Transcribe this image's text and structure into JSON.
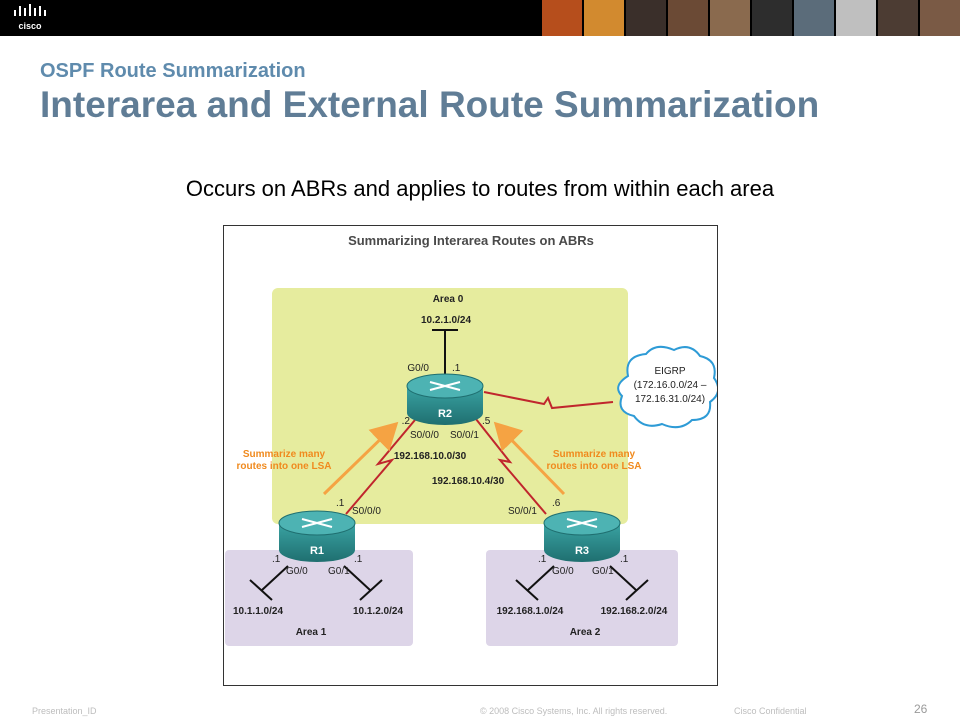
{
  "header": {
    "logo_text": "cisco",
    "photo_colors": [
      "#b64e1c",
      "#d28a2f",
      "#3a2f2a",
      "#6b4a35",
      "#8a6a4e",
      "#2d2d2d",
      "#5b6c7a",
      "#bfbfbf",
      "#4c3c33",
      "#7a5a45"
    ]
  },
  "slide": {
    "subtitle": "OSPF Route Summarization",
    "title": "Interarea and External Route Summarization",
    "bullet": "Occurs on ABRs and applies to routes from within each area"
  },
  "diagram": {
    "title": "Summarizing Interarea Routes on ABRs",
    "area0_label": "Area 0",
    "area1_label": "Area 1",
    "area2_label": "Area 2",
    "lan_r2": "10.2.1.0/24",
    "r2_label": "R2",
    "r1_label": "R1",
    "r3_label": "R3",
    "r2_g00": "G0/0",
    "r2_g00_ip": ".1",
    "r2_s000_ip": ".2",
    "r2_s001_ip": ".5",
    "r2_s000": "S0/0/0",
    "r2_s001": "S0/0/1",
    "link1_net": "192.168.10.0/30",
    "link2_net": "192.168.10.4/30",
    "r1_s000": "S0/0/0",
    "r1_s000_ip": ".1",
    "r3_s001": "S0/0/1",
    "r3_s001_ip": ".6",
    "r1_g00": "G0/0",
    "r1_g01": "G0/1",
    "r1_g00_ip": ".1",
    "r1_g01_ip": ".1",
    "r3_g00": "G0/0",
    "r3_g01": "G0/1",
    "r3_g00_ip": ".1",
    "r3_g01_ip": ".1",
    "lan_r1_a": "10.1.1.0/24",
    "lan_r1_b": "10.1.2.0/24",
    "lan_r3_a": "192.168.1.0/24",
    "lan_r3_b": "192.168.2.0/24",
    "summ_left_1": "Summarize many",
    "summ_left_2": "routes into one LSA",
    "summ_right_1": "Summarize many",
    "summ_right_2": "routes into one LSA",
    "eigrp_1": "EIGRP",
    "eigrp_2": "(172.16.0.0/24 –",
    "eigrp_3": "172.16.31.0/24)",
    "colors": {
      "area0": "#e6ec9e",
      "area_other": "#ddd5e8",
      "router": "#2c8c8c",
      "orange": "#f5a343",
      "orange_text": "#f08a1e",
      "serial": "#c0262d",
      "cloud": "#2e9bd6"
    }
  },
  "footer": {
    "left": "Presentation_ID",
    "center": "© 2008 Cisco Systems, Inc. All rights reserved.",
    "right": "Cisco Confidential",
    "page": "26"
  }
}
